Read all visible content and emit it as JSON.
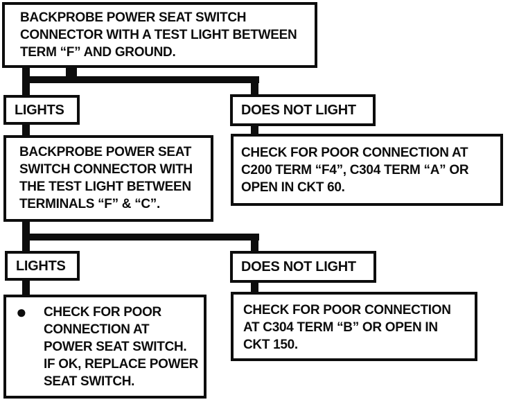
{
  "colors": {
    "ink": "#0d0d0d",
    "paper": "#ffffff"
  },
  "flowchart": {
    "start": {
      "lines": [
        "BACKPROBE POWER SEAT SWITCH",
        "CONNECTOR WITH A TEST LIGHT BETWEEN",
        "TERM “F” AND GROUND."
      ]
    },
    "branch1": {
      "lights_label": "LIGHTS",
      "does_not_light_label": "DOES NOT LIGHT"
    },
    "lights1_action": {
      "lines": [
        "BACKPROBE POWER SEAT",
        "SWITCH CONNECTOR WITH",
        "THE TEST LIGHT BETWEEN",
        "TERMINALS “F” & “C”."
      ]
    },
    "does_not_light1_action": {
      "lines": [
        "CHECK FOR POOR CONNECTION AT",
        "C200 TERM “F4”, C304 TERM “A” OR",
        "OPEN IN CKT 60."
      ]
    },
    "branch2": {
      "lights_label": "LIGHTS",
      "does_not_light_label": "DOES NOT LIGHT"
    },
    "lights2_action": {
      "bullet": "●",
      "lines": [
        "CHECK FOR POOR",
        "CONNECTION AT",
        "POWER SEAT SWITCH.",
        "IF OK, REPLACE POWER",
        "SEAT SWITCH."
      ]
    },
    "does_not_light2_action": {
      "lines": [
        "CHECK FOR POOR CONNECTION",
        "AT C304 TERM “B” OR OPEN IN",
        "CKT 150."
      ]
    }
  }
}
